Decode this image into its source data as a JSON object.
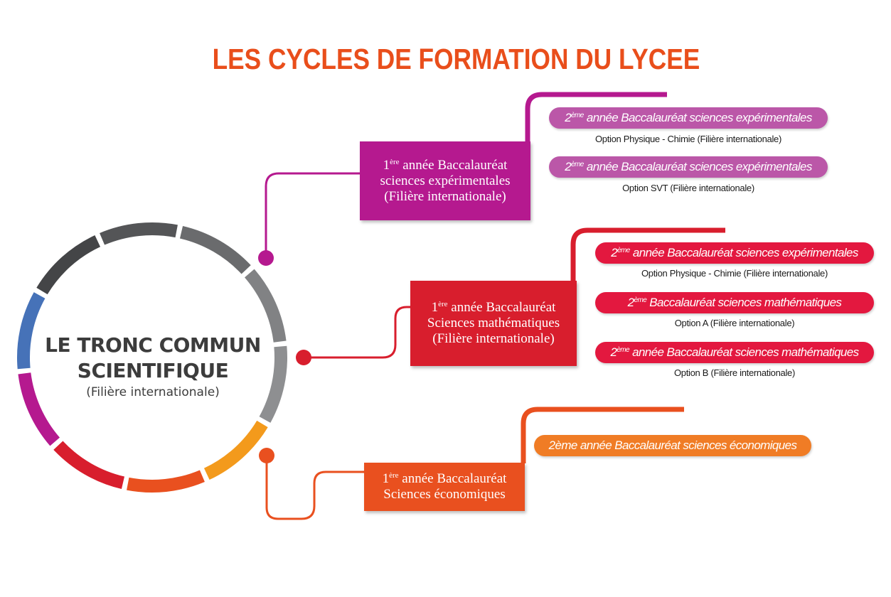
{
  "title": "LES CYCLES DE FORMATION DU LYCEE",
  "center": {
    "line1": "LE TRONC COMMUN",
    "line2": "SCIENTIFIQUE",
    "line3": "(Filière internationale)"
  },
  "colors": {
    "title": "#e94e1b",
    "purple": "#b5198f",
    "pink": "#bb57a8",
    "red": "#d81e2d",
    "crimson": "#e3183f",
    "orange": "#e9501f",
    "light_orange": "#f07c25",
    "ring": [
      "#4672b8",
      "#444547",
      "#545557",
      "#6a6b6d",
      "#818284",
      "#8e8f91",
      "#f39a1c",
      "#e9501f",
      "#d81e2d",
      "#b5198f"
    ]
  },
  "branches": [
    {
      "box": {
        "pre": "1",
        "sup": "ère",
        "post": " année Baccalauréat",
        "line2": "sciences expérimentales",
        "line3": "(Filière internationale)"
      },
      "children": [
        {
          "pre": "2",
          "sup": "ème",
          "post": " année Baccalauréat sciences expérimentales",
          "option": "Option Physique - Chimie (Filière internationale)"
        },
        {
          "pre": "2",
          "sup": "ème",
          "post": " année Baccalauréat sciences expérimentales",
          "option": "Option SVT (Filière internationale)"
        }
      ]
    },
    {
      "box": {
        "pre": "1",
        "sup": "ère",
        "post": " année Baccalauréat",
        "line2": "Sciences mathématiques",
        "line3": "(Filière internationale)"
      },
      "children": [
        {
          "pre": "2",
          "sup": "ème",
          "post": " année Baccalauréat sciences expérimentales",
          "option": "Option Physique - Chimie (Filière internationale)"
        },
        {
          "pre": "2",
          "sup": "ème",
          "post": " Baccalauréat sciences mathématiques",
          "option": "Option A (Filière internationale)"
        },
        {
          "pre": "2",
          "sup": "ème",
          "post": " année Baccalauréat sciences mathématiques",
          "option": "Option B (Filière internationale)"
        }
      ]
    },
    {
      "box": {
        "pre": "1",
        "sup": "ère",
        "post": " année Baccalauréat",
        "line2": "Sciences économiques"
      },
      "children": [
        {
          "label": "2ème année Baccalauréat sciences économiques"
        }
      ]
    }
  ]
}
